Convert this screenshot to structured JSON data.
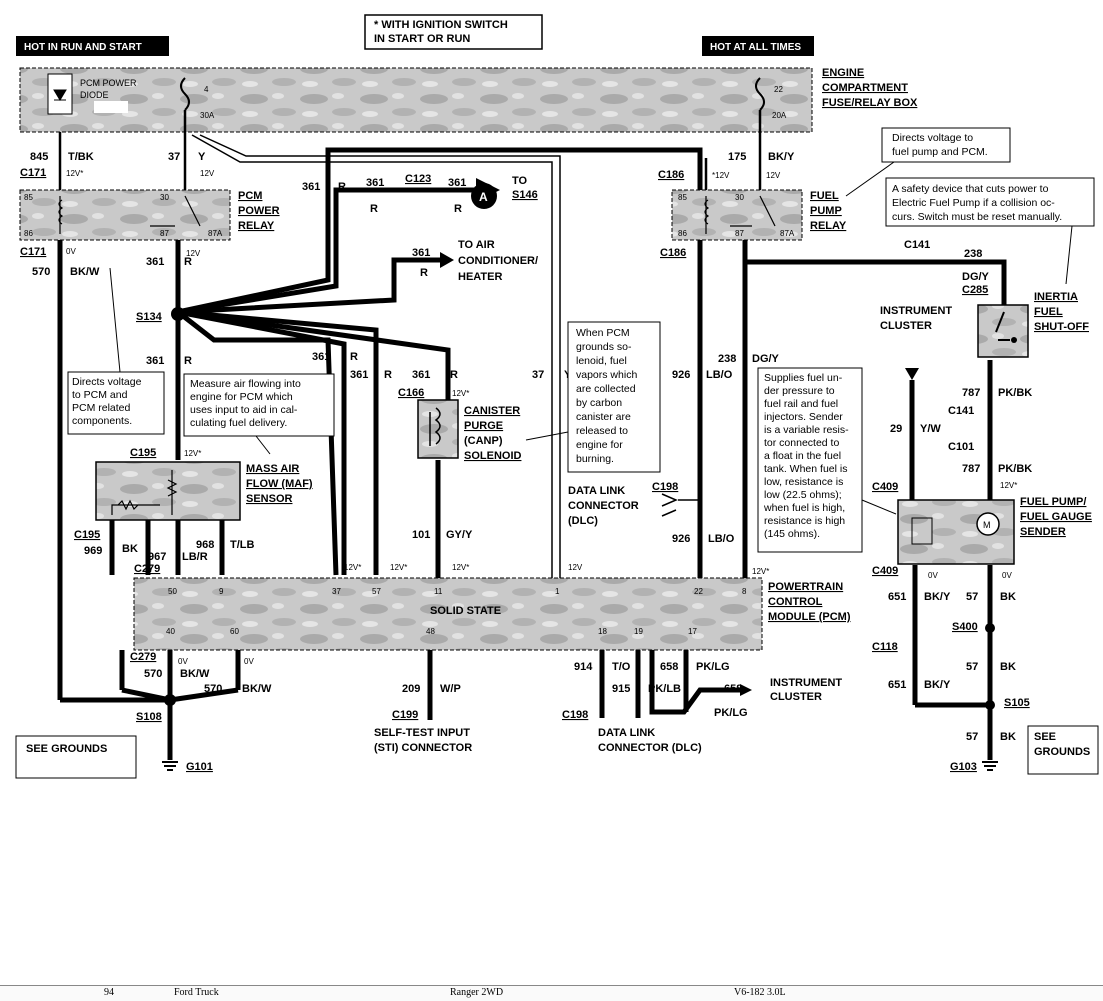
{
  "header": {
    "hot_run_start": "HOT IN RUN AND START",
    "ignition_note": [
      "* WITH IGNITION SWITCH",
      "IN START OR RUN"
    ],
    "hot_all_times": "HOT AT ALL TIMES"
  },
  "fuse_box": {
    "title": [
      "ENGINE",
      "COMPARTMENT",
      "FUSE/RELAY BOX"
    ],
    "pcm_power_diode": [
      "PCM POWER",
      "DIODE"
    ],
    "fuse_4_num": "4",
    "fuse_4_rating": "30A",
    "fuse_22_num": "22",
    "fuse_22_rating": "20A"
  },
  "pcm_relay": {
    "title": [
      "PCM",
      "POWER",
      "RELAY"
    ],
    "pins": [
      "85",
      "30",
      "86",
      "87",
      "87A"
    ]
  },
  "fuel_pump_relay": {
    "title": [
      "FUEL",
      "PUMP",
      "RELAY"
    ],
    "pins": [
      "85",
      "30",
      "86",
      "87",
      "87A"
    ]
  },
  "connectors": {
    "c171_top": "C171",
    "c171_bottom": "C171",
    "c186_top": "C186",
    "c186_bottom": "C186",
    "c123": "C123",
    "c141_top": "C141",
    "c285": "C285",
    "c166": "C166",
    "c195_top": "C195",
    "c195_bottom": "C195",
    "c279_top": "C279",
    "c279_bottom": "C279",
    "c198_mid": "C198",
    "c141_mid": "C141",
    "c101": "C101",
    "c409_top": "C409",
    "c409_bottom": "C409",
    "c118": "C118",
    "c199": "C199",
    "c198_bottom": "C198"
  },
  "splices": {
    "s134": "S134",
    "s108": "S108",
    "s400": "S400",
    "s105": "S105"
  },
  "grounds": {
    "g101": "G101",
    "g103": "G103",
    "see_grounds_left": "SEE GROUNDS",
    "see_grounds_right": [
      "SEE",
      "GROUNDS"
    ]
  },
  "wires": {
    "w845": "845",
    "t_bk": "T/BK",
    "w37": "37",
    "y": "Y",
    "w175": "175",
    "bk_y": "BK/Y",
    "w361": "361",
    "r": "R",
    "w570": "570",
    "bk_w": "BK/W",
    "w238": "238",
    "dg_y": "DG/Y",
    "w926": "926",
    "lb_o": "LB/O",
    "w29": "29",
    "y_w": "Y/W",
    "w787": "787",
    "pk_bk": "PK/BK",
    "w969": "969",
    "bk": "BK",
    "w967": "967",
    "lb_r": "LB/R",
    "w968": "968",
    "t_lb": "T/LB",
    "w101": "101",
    "gy_y": "GY/Y",
    "w651": "651",
    "w57": "57",
    "w209": "209",
    "w_p": "W/P",
    "w914": "914",
    "t_o": "T/O",
    "w915": "915",
    "pk_lb": "PK/LB",
    "w658": "658",
    "pk_lg": "PK/LG"
  },
  "voltages": {
    "v12": "12V",
    "v12s": "12V*",
    "sv12": "*12V",
    "v0": "0V"
  },
  "destinations": {
    "a": "A",
    "to_s146": [
      "TO",
      "S146"
    ],
    "to_ac": [
      "TO AIR",
      "CONDITIONER/",
      "HEATER"
    ]
  },
  "components": {
    "canister": [
      "CANISTER",
      "PURGE",
      "(CANP)",
      "SOLENOID"
    ],
    "maf": [
      "MASS AIR",
      "FLOW (MAF)",
      "SENSOR"
    ],
    "inertia": [
      "INERTIA",
      "FUEL",
      "SHUT-OFF"
    ],
    "instrument_cluster_top": [
      "INSTRUMENT",
      "CLUSTER"
    ],
    "instrument_cluster_bottom": [
      "INSTRUMENT",
      "CLUSTER"
    ],
    "fuel_sender": [
      "FUEL PUMP/",
      "FUEL GAUGE",
      "SENDER"
    ],
    "dlc_mid": [
      "DATA LINK",
      "CONNECTOR",
      "(DLC)"
    ],
    "dlc_bottom": [
      "DATA LINK",
      "CONNECTOR (DLC)"
    ],
    "sti": [
      "SELF-TEST INPUT",
      "(STI) CONNECTOR"
    ]
  },
  "pcm": {
    "title": [
      "POWERTRAIN",
      "CONTROL",
      "MODULE (PCM)"
    ],
    "solid_state": "SOLID STATE",
    "pins_top": [
      "50",
      "9",
      "37",
      "57",
      "11",
      "1",
      "22",
      "8"
    ],
    "pins_bottom": [
      "40",
      "60",
      "48",
      "18",
      "19",
      "17"
    ]
  },
  "notes": {
    "fuel_pump_pcm": [
      "Directs voltage to",
      "fuel pump and PCM."
    ],
    "inertia_safety": [
      "A safety device that cuts power to",
      "Electric Fuel Pump if a collision oc-",
      "curs. Switch must be reset manually."
    ],
    "pcm_directs": [
      "Directs voltage",
      "to PCM and",
      "PCM related",
      "components."
    ],
    "maf_measure": [
      "Measure air flowing into",
      "engine for PCM which",
      "uses input to aid in cal-",
      "culating fuel delivery."
    ],
    "canister_note": [
      "When PCM",
      "grounds so-",
      "lenoid, fuel",
      "vapors which",
      "are collected",
      "by carbon",
      "canister are",
      "released to",
      "engine for",
      "burning."
    ],
    "sender_note": [
      "Supplies fuel un-",
      "der pressure to",
      "fuel rail and fuel",
      "injectors. Sender",
      "is a variable resis-",
      "tor connected to",
      "a float in the fuel",
      "tank. When fuel is",
      "low, resistance is",
      "low (22.5 ohms);",
      "when fuel is high,",
      "resistance is high",
      "(145 ohms)."
    ]
  },
  "footer": {
    "page": "94",
    "make": "Ford Truck",
    "model": "Ranger 2WD",
    "engine": "V6-182 3.0L"
  }
}
